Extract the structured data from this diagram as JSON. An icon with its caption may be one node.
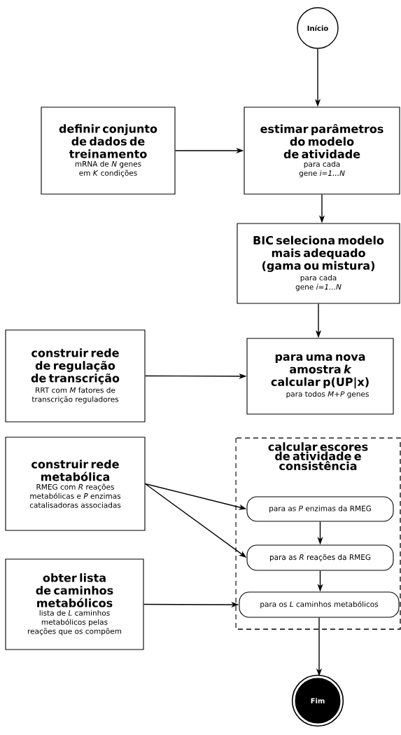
{
  "diagram": {
    "nodes": [
      {
        "text": [
          "Início"
        ]
      },
      {
        "text": [
          "definir conjunto de dados de treinamento",
          "mRNA de *N* genes em *K* condições"
        ]
      },
      {
        "text": [
          "estimar parâmetros do modelo de atividade",
          "para cada gene *i=1...N*"
        ]
      },
      {
        "text": [
          "BIC seleciona modelo mais adequado (gama ou mistura)",
          "para cada gene *i=1...N*"
        ]
      },
      {
        "text": [
          "construir rede de regulação de transcrição",
          "RRT com *M* fatores de transcrição reguladores"
        ]
      },
      {
        "text": [
          "para uma nova amostra *k* calcular p(UP|x)",
          "para todos *M+P* genes"
        ]
      },
      {
        "text": [
          "calcular escores de atividade e consistência"
        ]
      },
      {
        "text": [
          "para as *P* enzimas da RMEG"
        ],
        "in": 6
      },
      {
        "text": [
          "para as *R* reações da RMEG"
        ],
        "in": 6
      },
      {
        "text": [
          "para os *L* caminhos metabólicos"
        ],
        "in": 6
      },
      {
        "text": [
          "construir rede metabólica",
          "RMEG com *R* reações metabólicas e *P* enzimas catalisadoras associadas"
        ]
      },
      {
        "text": [
          "obter lista de caminhos metabólicos",
          "lista de *L* caminhos metabólicos pelas reações que os compõem"
        ]
      },
      {
        "text": [
          "Fim"
        ]
      }
    ],
    "edges": [
      {
        "from": 0,
        "to": 2,
        "arrow": "to"
      },
      {
        "from": 1,
        "to": 2,
        "arrow": "to"
      },
      {
        "from": 2,
        "to": 3,
        "arrow": "to"
      },
      {
        "from": 3,
        "to": 5,
        "arrow": "to"
      },
      {
        "from": 4,
        "to": 5,
        "arrow": "to"
      },
      {
        "from": 10,
        "to": 7,
        "arrow": "to"
      },
      {
        "from": 10,
        "to": 8,
        "arrow": "to"
      },
      {
        "from": 7,
        "to": 8,
        "arrow": "to"
      },
      {
        "from": 8,
        "to": 9,
        "arrow": "to"
      },
      {
        "from": 11,
        "to": 9,
        "arrow": "to"
      },
      {
        "from": 9,
        "to": 12,
        "arrow": "to"
      }
    ]
  }
}
